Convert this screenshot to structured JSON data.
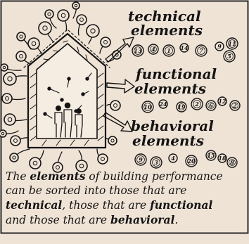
{
  "categories": [
    {
      "id": "technical",
      "line1": "technical",
      "line2": "elements",
      "numbers": [
        "13",
        "4",
        "1",
        "14",
        "7",
        "9",
        "11",
        "5"
      ]
    },
    {
      "id": "functional",
      "line1": "functional",
      "line2": "elements",
      "numbers": [
        "10",
        "24",
        "19",
        "2",
        "6",
        "12",
        "2"
      ]
    },
    {
      "id": "behavioral",
      "line1": "behavioral",
      "line2": "elements",
      "numbers": [
        "9",
        "3",
        "4",
        "20",
        "15",
        "18",
        "8"
      ]
    }
  ],
  "caption": {
    "line1": [
      "The ",
      "elements",
      " of building performance"
    ],
    "line2": "can be sorted into those that are",
    "line3": [
      "technical",
      ", those that are ",
      "functional"
    ],
    "line4": [
      "and those that are ",
      "behavioral",
      "."
    ]
  },
  "colors": {
    "paper": "#efe3d6",
    "ink": "#141414",
    "frame": "#2a2a2a"
  }
}
